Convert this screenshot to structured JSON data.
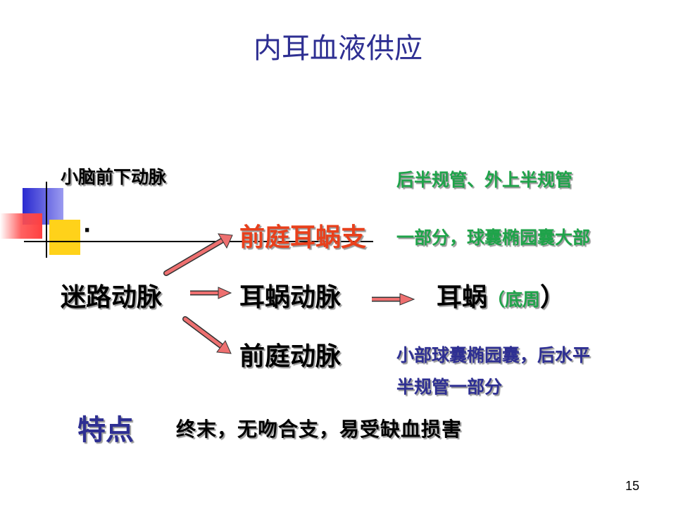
{
  "title": "内耳血液供应",
  "artery_top": "小脑前下动脉",
  "bullet": "·",
  "main_artery": "迷路动脉",
  "branches": [
    {
      "label": "前庭耳蜗支",
      "color": "#e8401c"
    },
    {
      "label": "耳蜗动脉",
      "color": "#000000"
    },
    {
      "label": "前庭动脉",
      "color": "#000000"
    }
  ],
  "targets": {
    "top": "后半规管、外上半规管",
    "branch1": "一部分，球囊椭园囊大部",
    "branch2_main": "耳蜗",
    "branch2_paren": "（底周",
    "branch2_close": "）",
    "branch3_line1": "小部球囊椭园囊，后水平",
    "branch3_line2": "半规管一部分"
  },
  "feature": {
    "label": "特点",
    "text": "终末，无吻合支，易受缺血损害"
  },
  "page_number": "15",
  "colors": {
    "title": "#2e2f92",
    "red": "#e8401c",
    "green": "#1fa34a",
    "blue": "#2e2f92",
    "arrow_fill": "#ee7070",
    "deco_blue": "#2a2ad0",
    "deco_yellow": "#ffd21a",
    "deco_red": "#ff5050"
  }
}
